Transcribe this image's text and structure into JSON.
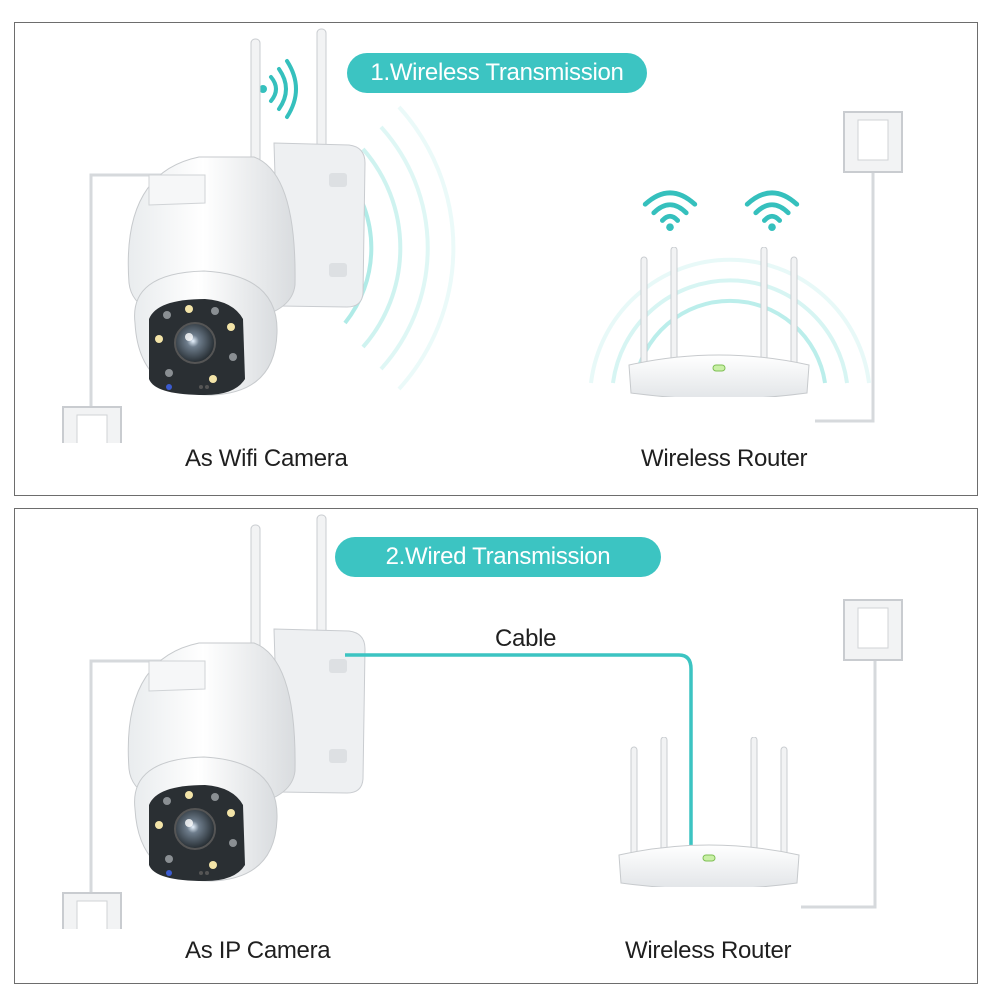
{
  "sections": [
    {
      "badge": "1.Wireless Transmission",
      "camera_label": "As Wifi Camera",
      "router_label": "Wireless Router"
    },
    {
      "badge": "2.Wired Transmission",
      "camera_label": "As IP Camera",
      "router_label": "Wireless Router",
      "connection_label": "Cable"
    }
  ],
  "colors": {
    "accent": "#3cc4c2",
    "wave": "#8fe3de",
    "border": "#6d6d6d"
  },
  "icons": [
    "wifi-signal-icon",
    "ptz-camera",
    "wireless-router",
    "wall-socket"
  ]
}
